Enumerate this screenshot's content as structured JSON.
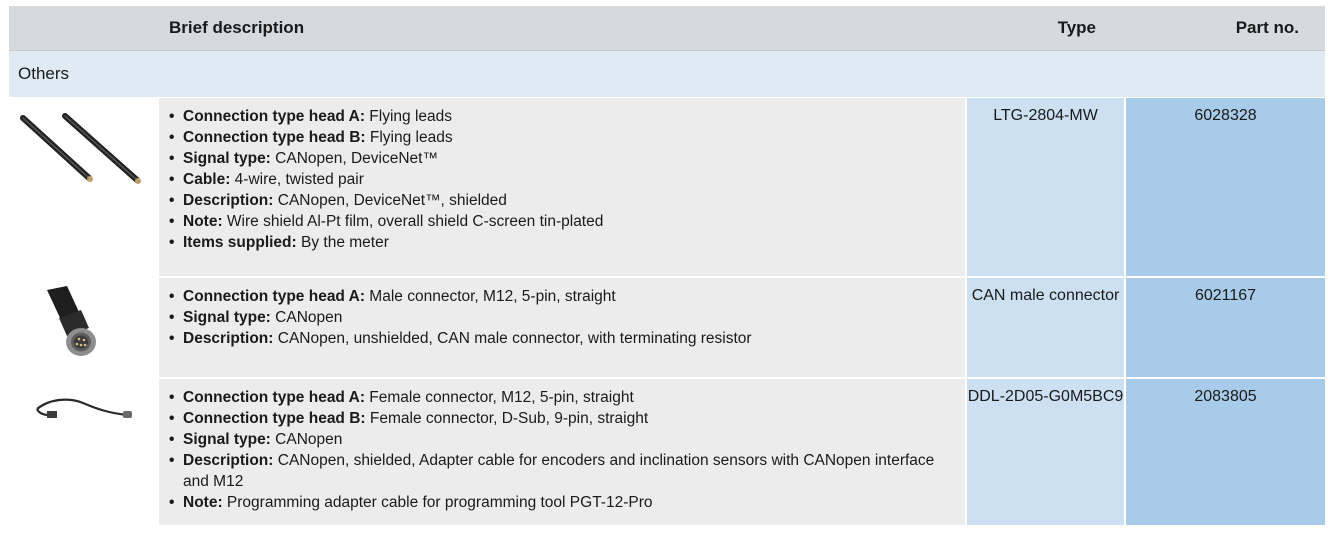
{
  "header": {
    "description_label": "Brief description",
    "type_label": "Type",
    "part_label": "Part no."
  },
  "group": {
    "title": "Others"
  },
  "rows": [
    {
      "image": "flying-leads-cable",
      "type": "LTG-2804-MW",
      "part": "6028328",
      "items": [
        {
          "key": "Connection type head A:",
          "value": " Flying leads"
        },
        {
          "key": "Connection type head B:",
          "value": " Flying leads"
        },
        {
          "key": "Signal type:",
          "value": " CANopen, DeviceNet™"
        },
        {
          "key": "Cable:",
          "value": " 4-wire, twisted pair"
        },
        {
          "key": "Description:",
          "value": " CANopen, DeviceNet™, shielded"
        },
        {
          "key": "Note:",
          "value": " Wire shield Al-Pt film, overall shield C-screen tin-plated"
        },
        {
          "key": "Items supplied:",
          "value": " By the meter"
        }
      ]
    },
    {
      "image": "male-connector",
      "type": "CAN male connector",
      "part": "6021167",
      "items": [
        {
          "key": "Connection type head A:",
          "value": " Male connector, M12, 5-pin, straight"
        },
        {
          "key": "Signal type:",
          "value": " CANopen"
        },
        {
          "key": "Description:",
          "value": " CANopen, unshielded, CAN male connector, with terminating resistor"
        }
      ]
    },
    {
      "image": "adapter-cable",
      "type": "DDL-2D05-G0M5BC9",
      "part": "2083805",
      "items": [
        {
          "key": "Connection type head A:",
          "value": " Female connector, M12, 5-pin, straight"
        },
        {
          "key": "Connection type head B:",
          "value": " Female connector, D-Sub, 9-pin, straight"
        },
        {
          "key": "Signal type:",
          "value": " CANopen"
        },
        {
          "key": "Description:",
          "value": " CANopen, shielded, Adapter cable for encoders and inclination sensors with CANopen interface and M12"
        },
        {
          "key": "Note:",
          "value": " Programming adapter cable for programming tool PGT-12-Pro"
        }
      ]
    }
  ]
}
